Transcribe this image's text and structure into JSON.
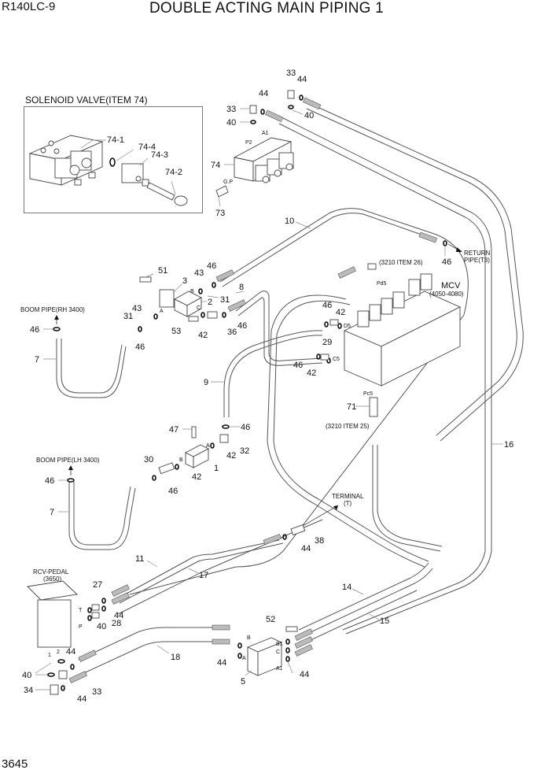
{
  "header": {
    "model": "R140LC-9",
    "title": "DOUBLE ACTING MAIN PIPING 1"
  },
  "footer": {
    "page_number": "3645"
  },
  "inset": {
    "title": "SOLENOID VALVE(ITEM 74)",
    "labels": [
      "74-1",
      "74-4",
      "74-3",
      "74-2"
    ]
  },
  "notes": {
    "return_pipe_1": "RETURN",
    "return_pipe_2": "PIPE(T3)",
    "mcv_1": "MCV",
    "mcv_2": "(4050-4080)",
    "ref_item26": "(3210 ITEM 26)",
    "ref_item25": "(3210 ITEM 25)",
    "boom_rh": "BOOM PIPE(RH 3400)",
    "boom_lh": "BOOM PIPE(LH 3400)",
    "terminal_1": "TERMINAL",
    "terminal_2": "(T)",
    "rcv_1": "RCV-PEDAL",
    "rcv_2": "(3650)"
  },
  "ports": {
    "a1_top": "A1",
    "p2": "P2",
    "gp": "G.P",
    "b_blk": "B",
    "a_blk": "A",
    "c_blk": "C",
    "pd5": "Pd5",
    "d5": "D5",
    "c5": "C5",
    "pc5": "Pc5",
    "a_blk1": "A",
    "b_blk1": "B",
    "t": "T",
    "p": "P",
    "one": "1",
    "two": "2",
    "b_blk5": "B",
    "a_blk5": "A",
    "b1": "B1",
    "c5b": "C",
    "a1_b5": "A1"
  },
  "callouts": {
    "c33a": "33",
    "c44a": "44",
    "c33b": "33",
    "c44b": "44",
    "c40a": "40",
    "c40b": "40",
    "c74": "74",
    "c73": "73",
    "c10": "10",
    "c46r": "46",
    "c51": "51",
    "c3": "3",
    "c43a": "43",
    "c46a": "46",
    "c2": "2",
    "c31a": "31",
    "c8": "8",
    "c43b": "43",
    "c31b": "31",
    "c53": "53",
    "c42a": "42",
    "c36": "36",
    "c46b": "46",
    "c46c": "46",
    "c46d": "46",
    "c42b": "42",
    "c29": "29",
    "c46e": "46",
    "c42c": "42",
    "c46rh": "46",
    "c7a": "7",
    "c9": "9",
    "c71": "71",
    "c47": "47",
    "c46f": "46",
    "c32": "32",
    "c42d": "42",
    "c1": "1",
    "c30": "30",
    "c42e": "42",
    "c46g": "46",
    "c46lh": "46",
    "c7b": "7",
    "c16": "16",
    "c38": "38",
    "c44c": "44",
    "c11": "11",
    "c17": "17",
    "c27": "27",
    "c44d": "44",
    "c28": "28",
    "c40c": "40",
    "c14": "14",
    "c15": "15",
    "c18": "18",
    "c44e": "44",
    "c40d": "40",
    "c34": "34",
    "c33c": "33",
    "c44f": "44",
    "c52": "52",
    "c44g": "44",
    "c5": "5",
    "c44h": "44"
  }
}
